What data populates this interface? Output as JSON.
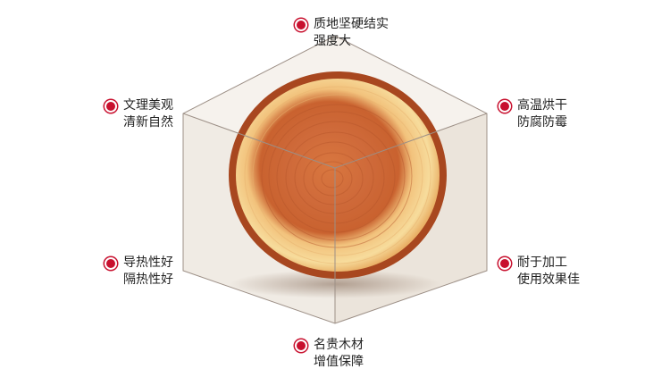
{
  "features": {
    "top": {
      "line1": "质地坚硬结实",
      "line2": "强度大"
    },
    "top_left": {
      "line1": "文理美观",
      "line2": "清新自然"
    },
    "top_right": {
      "line1": "高温烘干",
      "line2": "防腐防霉"
    },
    "mid_left": {
      "line1": "导热性好",
      "line2": "隔热性好"
    },
    "mid_right": {
      "line1": "耐于加工",
      "line2": "使用效果佳"
    },
    "bottom": {
      "line1": "名贵木材",
      "line2": "增值保障"
    }
  },
  "colors": {
    "bullet": "#c8102e",
    "text": "#222222",
    "cube_edge": "#9c8f86",
    "wood_core": "#c8653a",
    "wood_sap": "#f4cf8a",
    "bark": "#a0411e"
  }
}
